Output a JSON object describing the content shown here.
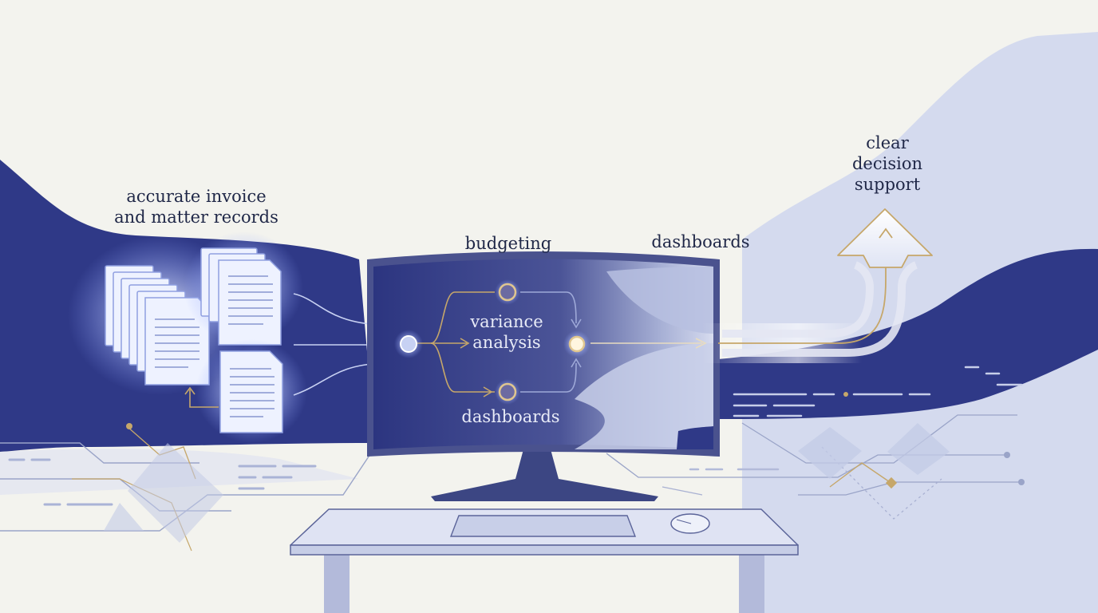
{
  "labels": {
    "records": [
      "accurate invoice",
      "and matter records"
    ],
    "budgeting": "budgeting",
    "variance": [
      "variance",
      "analysis"
    ],
    "dashboards_screen": "dashboards",
    "dashboards_top": "dashboards",
    "decision": [
      "clear",
      "decision",
      "support"
    ]
  },
  "colors": {
    "navy": "#2f3987",
    "periwinkle": "#c7cfe8",
    "background": "#f3f3ee",
    "gold": "#c6a76a",
    "text": "#1f2747"
  }
}
